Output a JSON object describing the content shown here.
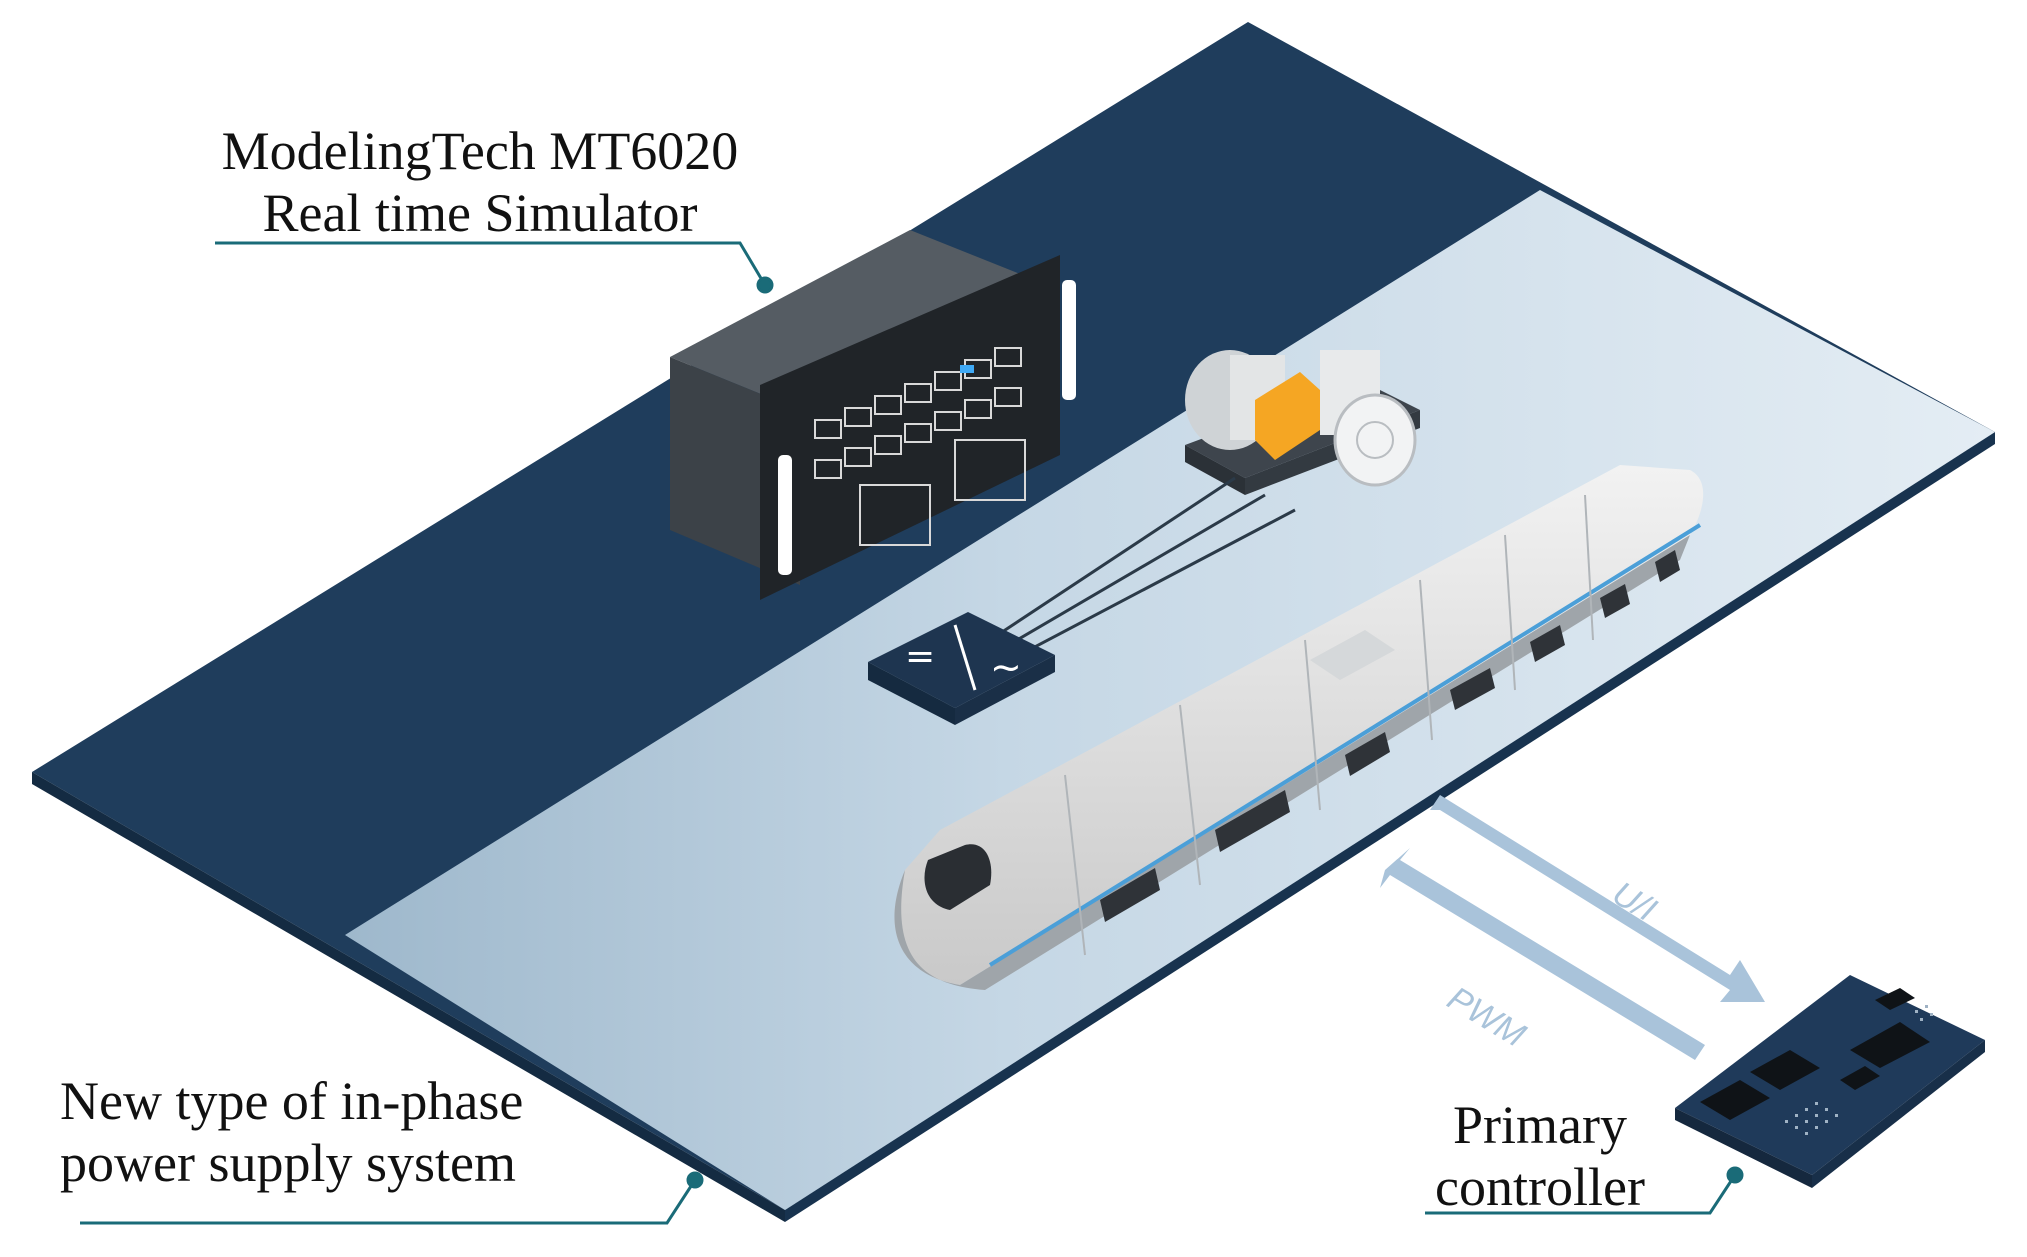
{
  "labels": {
    "simulator_line1": "ModelingTech MT6020",
    "simulator_line2": "Real time Simulator",
    "supply_line1": "New type of in-phase",
    "supply_line2": "power supply system",
    "controller_line1": "Primary",
    "controller_line2": "controller"
  },
  "signals": {
    "up": "U/I",
    "down": "PWM"
  },
  "converter_symbols": {
    "dc": "=",
    "ac": "~"
  },
  "colors": {
    "platform_dark": "#1f3d5c",
    "platform_light": "#c9d9e6",
    "callout_line": "#1a6b78",
    "arrow": "#a9c3da"
  }
}
